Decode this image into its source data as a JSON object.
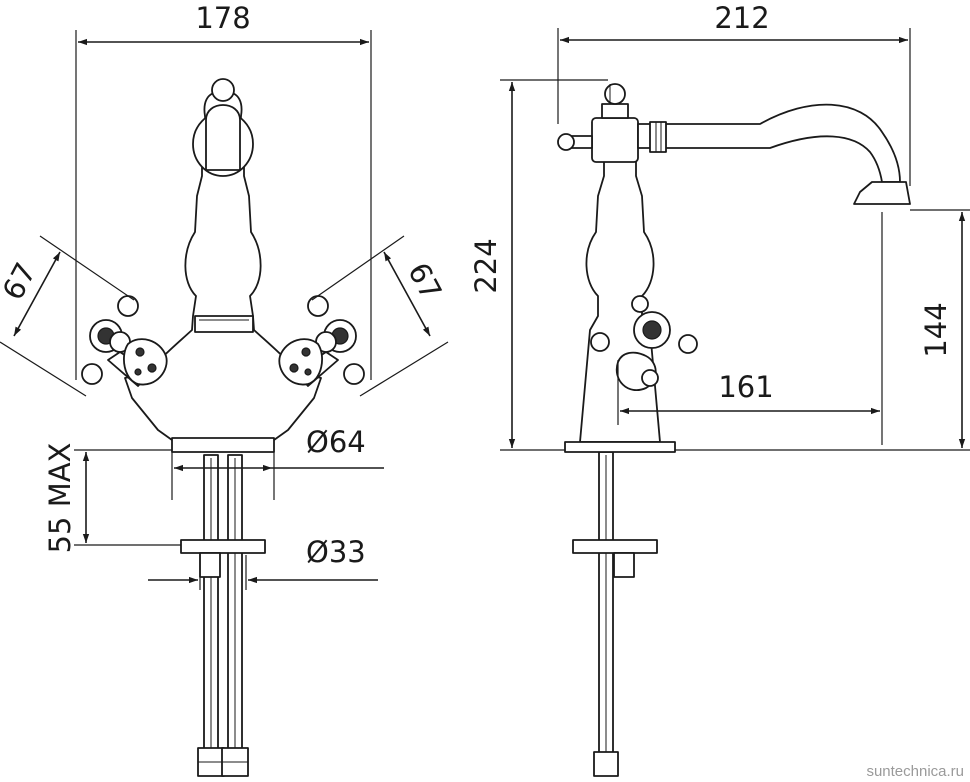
{
  "front_view": {
    "width_label": "178",
    "left_handle_label": "67",
    "right_handle_label": "67",
    "base_diameter_label": "Ø64",
    "max_thickness_label": "55 MAX",
    "hole_diameter_label": "Ø33"
  },
  "side_view": {
    "reach_label": "212",
    "height_label": "224",
    "spout_height_label": "144",
    "spout_projection_label": "161"
  },
  "watermark": "suntechnica.ru",
  "colors": {
    "line": "#1a1a1a",
    "background": "#ffffff",
    "watermark": "#9a9a9a"
  }
}
